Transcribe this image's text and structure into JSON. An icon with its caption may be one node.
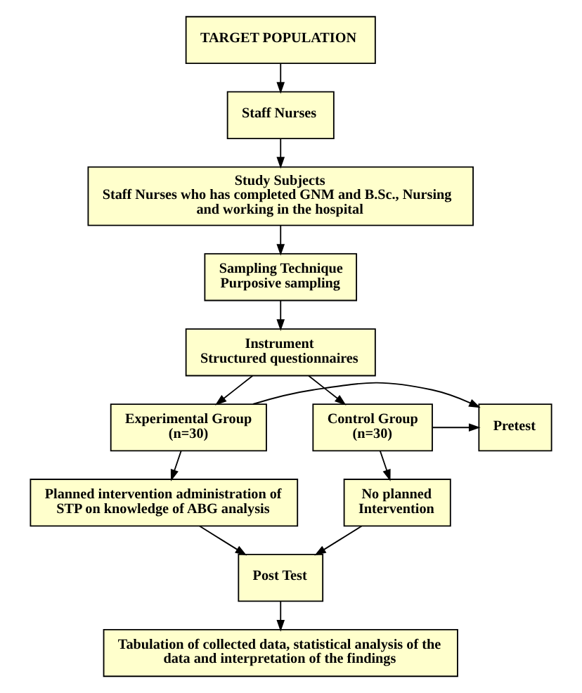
{
  "diagram": {
    "nodes": [
      {
        "text": [
          "TARGET POPULATION"
        ]
      },
      {
        "text": [
          "Staff Nurses"
        ]
      },
      {
        "text": [
          "Study Subjects",
          "Staff Nurses who has completed GNM and B.Sc., Nursing and working in the hospital"
        ]
      },
      {
        "text": [
          "Sampling Technique",
          "Purposive sampling"
        ]
      },
      {
        "text": [
          "Instrument",
          "Structured questionnaires"
        ]
      },
      {
        "text": [
          "Experimental Group (n=30)"
        ]
      },
      {
        "text": [
          "Pretest"
        ]
      },
      {
        "text": [
          "Control Group (n=30)"
        ]
      },
      {
        "text": [
          "Planned intervention administration of STP on knowledge of ABG analysis"
        ]
      },
      {
        "text": [
          "No planned Intervention"
        ]
      },
      {
        "text": [
          "Post Test"
        ]
      },
      {
        "text": [
          "Tabulation of collected data, statistical analysis of the data and interpretation of the findings"
        ]
      }
    ],
    "edges": [
      {
        "from": 0,
        "to": 1,
        "arrow": "to"
      },
      {
        "from": 1,
        "to": 2,
        "arrow": "to"
      },
      {
        "from": 2,
        "to": 3,
        "arrow": "to"
      },
      {
        "from": 3,
        "to": 4,
        "arrow": "to"
      },
      {
        "from": 4,
        "to": 5,
        "arrow": "to"
      },
      {
        "from": 4,
        "to": 7,
        "arrow": "to"
      },
      {
        "from": 5,
        "to": 6,
        "arrow": "to"
      },
      {
        "from": 7,
        "to": 6,
        "arrow": "to"
      },
      {
        "from": 5,
        "to": 8,
        "arrow": "to"
      },
      {
        "from": 7,
        "to": 9,
        "arrow": "to"
      },
      {
        "from": 8,
        "to": 10,
        "arrow": "to"
      },
      {
        "from": 9,
        "to": 10,
        "arrow": "to"
      },
      {
        "from": 10,
        "to": 11,
        "arrow": "to"
      }
    ]
  }
}
